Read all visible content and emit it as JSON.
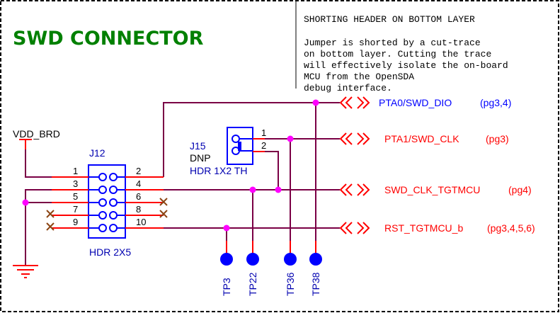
{
  "title": "SWD CONNECTOR",
  "note": {
    "heading": "SHORTING HEADER ON BOTTOM LAYER",
    "lines": [
      "Jumper is shorted by a cut-trace",
      "on bottom layer. Cutting the trace",
      "will effectively isolate the on-board",
      "MCU from the OpenSDA",
      "debug interface."
    ]
  },
  "power": {
    "label": "VDD_BRD"
  },
  "j12": {
    "ref": "J12",
    "value": "HDR 2X5",
    "pins_left": [
      "1",
      "3",
      "5",
      "7",
      "9"
    ],
    "pins_right": [
      "2",
      "4",
      "6",
      "8",
      "10"
    ]
  },
  "j15": {
    "ref": "J15",
    "dnp": "DNP",
    "value": "HDR 1X2 TH",
    "pins": [
      "1",
      "2"
    ]
  },
  "nets": [
    {
      "name": "PTA0/SWD_DIO",
      "ref": "(pg3,4)",
      "color": "#0000ff"
    },
    {
      "name": "PTA1/SWD_CLK",
      "ref": "(pg3)",
      "color": "#ff0000"
    },
    {
      "name": "SWD_CLK_TGTMCU",
      "ref": "(pg4)",
      "color": "#ff0000"
    },
    {
      "name": "RST_TGTMCU_b",
      "ref": "(pg3,4,5,6)",
      "color": "#ff0000"
    }
  ],
  "test_points": [
    "TP3",
    "TP22",
    "TP36",
    "TP38"
  ],
  "colors": {
    "wire": "#7a0045",
    "pin": "#ff0000",
    "part": "#0000ff",
    "junction": "#ff00ff",
    "title": "#008000",
    "nc": "#8b4513"
  }
}
